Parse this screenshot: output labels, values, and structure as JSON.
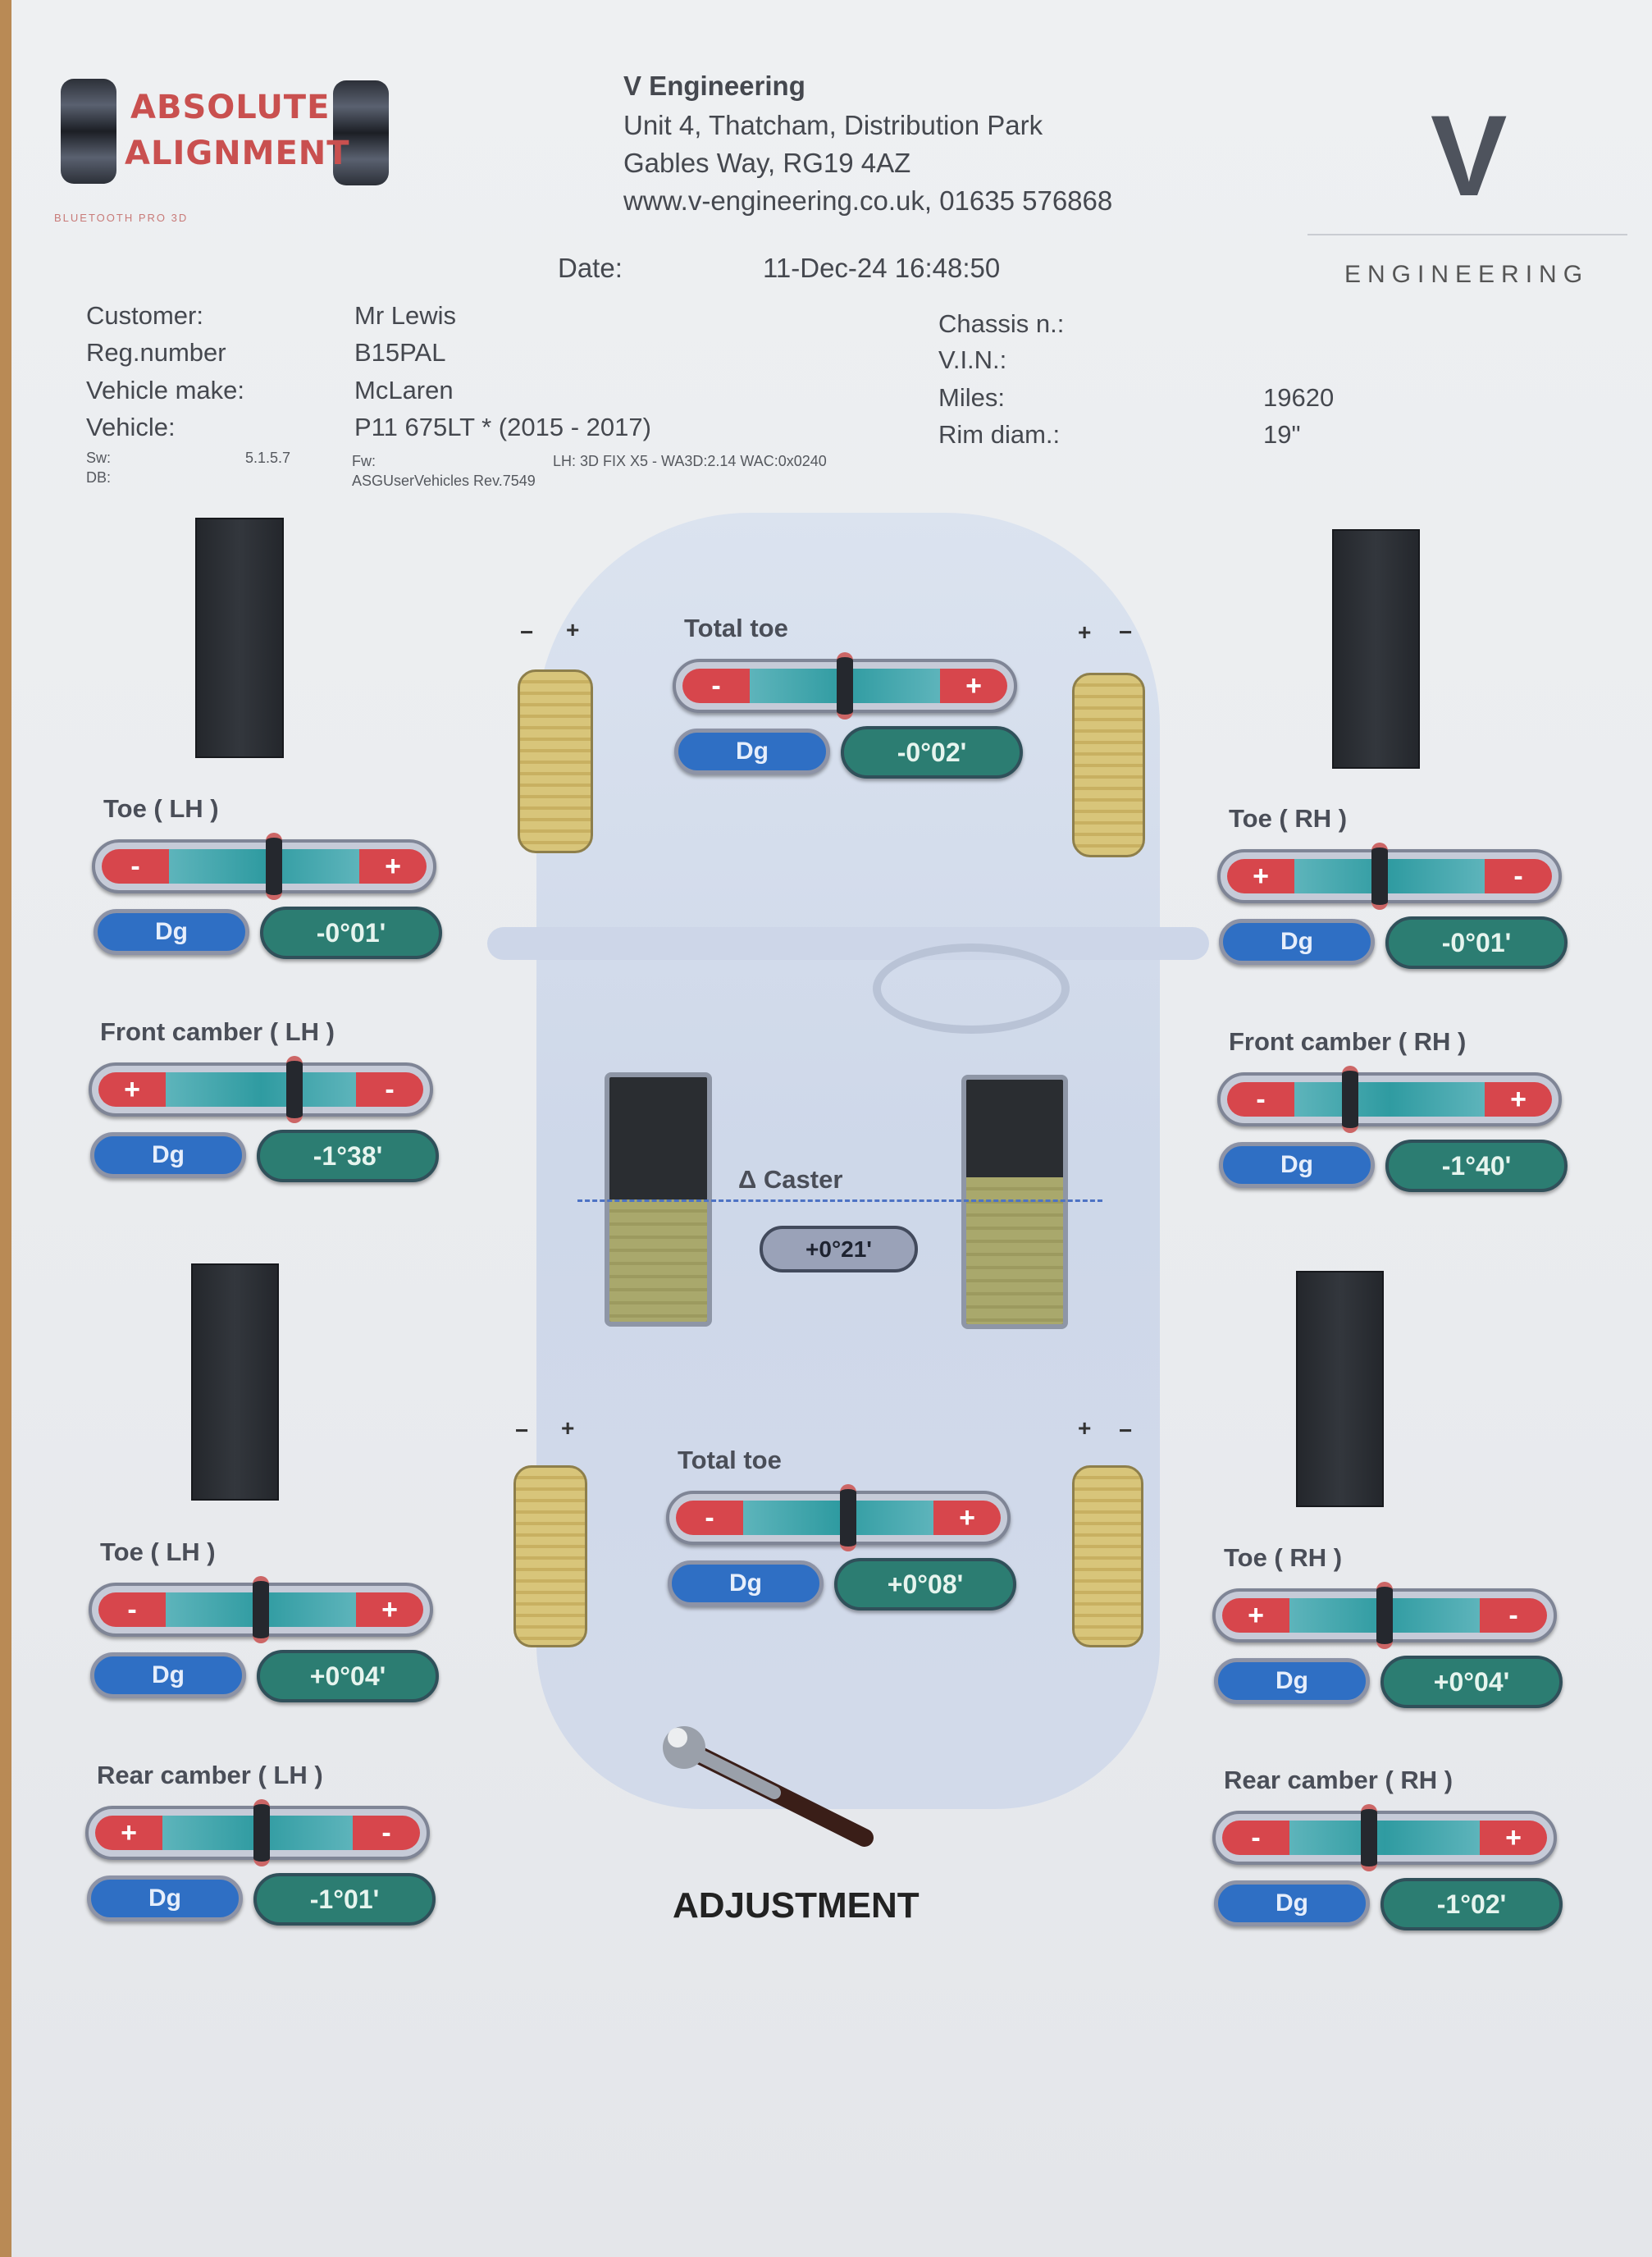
{
  "logo": {
    "line1": "ABSOLUTE",
    "line2": "ALIGNMENT",
    "tagline": "BLUETOOTH PRO 3D"
  },
  "company": {
    "name": "V Engineering",
    "address1": "Unit 4, Thatcham, Distribution Park",
    "address2": "Gables Way, RG19 4AZ",
    "contact": "www.v-engineering.co.uk, 01635 576868",
    "logo_letter": "V",
    "logo_word": "ENGINEERING"
  },
  "date": {
    "label": "Date:",
    "value": "11-Dec-24  16:48:50"
  },
  "vehicle_info": {
    "left": [
      {
        "label": "Customer:",
        "value": "Mr Lewis"
      },
      {
        "label": "Reg.number",
        "value": "B15PAL"
      },
      {
        "label": "Vehicle make:",
        "value": "McLaren"
      },
      {
        "label": "Vehicle:",
        "value": "P11 675LT * (2015 - 2017)"
      }
    ],
    "right": [
      {
        "label": "Chassis n.:",
        "value": ""
      },
      {
        "label": "V.I.N.:",
        "value": ""
      },
      {
        "label": "Miles:",
        "value": "19620"
      },
      {
        "label": "Rim diam.:",
        "value": "19\""
      }
    ],
    "sw_label": "Sw:",
    "sw_value": "5.1.5.7",
    "fw_label": "Fw:",
    "fw_value": "LH: 3D FIX X5 - WA3D:2.14 WAC:0x0240",
    "db_label": "DB:",
    "db_value": "ASGUserVehicles Rev.7549"
  },
  "unit_label": "Dg",
  "widgets": [
    {
      "id": "front-toe-lh",
      "title": "Toe ( LH )",
      "left_sign": "-",
      "right_sign": "+",
      "value": "-0°01'",
      "indicator": 0.55
    },
    {
      "id": "front-camber-lh",
      "title": "Front camber ( LH )",
      "left_sign": "+",
      "right_sign": "-",
      "value": "-1°38'",
      "indicator": 0.67
    },
    {
      "id": "front-toe-rh",
      "title": "Toe ( RH )",
      "left_sign": "+",
      "right_sign": "-",
      "value": "-0°01'",
      "indicator": 0.45
    },
    {
      "id": "front-camber-rh",
      "title": "Front camber ( RH )",
      "left_sign": "-",
      "right_sign": "+",
      "value": "-1°40'",
      "indicator": 0.3
    },
    {
      "id": "front-total-toe",
      "title": "Total toe",
      "left_sign": "-",
      "right_sign": "+",
      "value": "-0°02'",
      "indicator": 0.5
    },
    {
      "id": "rear-total-toe",
      "title": "Total toe",
      "left_sign": "-",
      "right_sign": "+",
      "value": "+0°08'",
      "indicator": 0.55
    },
    {
      "id": "rear-toe-lh",
      "title": "Toe ( LH )",
      "left_sign": "-",
      "right_sign": "+",
      "value": "+0°04'",
      "indicator": 0.5
    },
    {
      "id": "rear-camber-lh",
      "title": "Rear camber ( LH )",
      "left_sign": "+",
      "right_sign": "-",
      "value": "-1°01'",
      "indicator": 0.52
    },
    {
      "id": "rear-toe-rh",
      "title": "Toe ( RH )",
      "left_sign": "+",
      "right_sign": "-",
      "value": "+0°04'",
      "indicator": 0.5
    },
    {
      "id": "rear-camber-rh",
      "title": "Rear camber ( RH )",
      "left_sign": "-",
      "right_sign": "+",
      "value": "-1°02'",
      "indicator": 0.42
    }
  ],
  "caster": {
    "title": "Δ Caster",
    "value": "+0°21'",
    "left_fill": 0.5,
    "right_fill": 0.6
  },
  "wheel_signs": {
    "minus": "−",
    "plus": "+"
  },
  "footer": {
    "label": "ADJUSTMENT"
  },
  "colors": {
    "minus_plus": "#d7464c",
    "bar": "#2f9ba1",
    "dg": "#2f6fc4",
    "value": "#2c7d72"
  }
}
